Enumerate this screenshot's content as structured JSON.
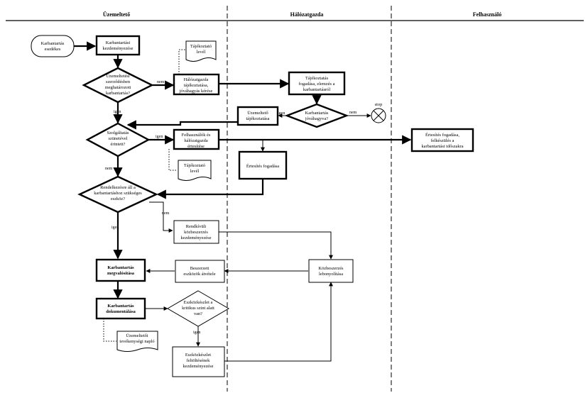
{
  "lanes": [
    "Üzemeltető",
    "Hálózatgazda",
    "Felhasználó"
  ],
  "nodes": {
    "start": [
      "Karbantartás",
      "esedékes"
    ],
    "n_intent": [
      "Karbantartási",
      "kezdeményezése"
    ],
    "d_rule": [
      "Üzemeltetési",
      "szerződésben",
      "meghatározott",
      "karbantartás?"
    ],
    "n_info_req": [
      "Hálózatgazda",
      "tájékoztatása,",
      "jóváhagyás kérése"
    ],
    "doc_info1": [
      "Tájékoztató",
      "levél"
    ],
    "n_net_recv": [
      "Tájékoztatás",
      "fogadása, elemzés a",
      "karbantartásról"
    ],
    "d_approve": [
      "Karbantartás",
      "jóváhagyva?"
    ],
    "stop": "stop",
    "n_op_inform": [
      "Üzemeltető",
      "tájékoztatása"
    ],
    "d_outage": [
      "Szolgáltatás",
      "szünetével",
      "érintett?"
    ],
    "n_user_inform": [
      "Felhasználók és",
      "hálózatgazda",
      "értesítése"
    ],
    "doc_info2": [
      "Tájékoztató",
      "levél"
    ],
    "n_net_ack": [
      "Értesítés fogadása"
    ],
    "n_user_recv": [
      "Értesítés fogadása,",
      "felkészülés a",
      "karbantartási időszakra"
    ],
    "d_devices": [
      "Rendelkezésre áll a",
      "karbantartáshoz szükséges",
      "eszköz?"
    ],
    "n_extra_proc": [
      "Rendkívüli",
      "közbeszerzés",
      "kezdeményezése"
    ],
    "n_procurement": [
      "Közbeszerzés",
      "lebonyolítása"
    ],
    "n_receive": [
      "Beszerzett",
      "eszközök átvétele"
    ],
    "n_do": [
      "Karbantartás",
      "megvalósítása"
    ],
    "n_docs": [
      "Karbantartás",
      "dokumentálása"
    ],
    "d_spare": [
      "Eszközkészlet a",
      "kritikus szint alatt",
      "van?"
    ],
    "n_spare": [
      "Eszközkészlet",
      "feltöltésének",
      "kezdeményezése"
    ],
    "doc_log": [
      "Üzemeltetői",
      "tevékenységi napló"
    ]
  },
  "labels": {
    "yes": "igen",
    "no": "nem"
  }
}
